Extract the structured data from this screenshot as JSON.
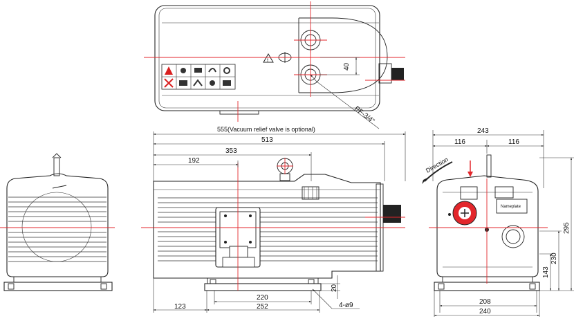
{
  "dimensions": {
    "overall": "555(Vacuum relief valve is optional)",
    "d513": "513",
    "d353": "353",
    "d192": "192",
    "d40": "40",
    "thread": "PF-3/4\"",
    "d220": "220",
    "d252": "252",
    "d123": "123",
    "d20": "20",
    "holes": "4-ø9",
    "d243": "243",
    "d116_left": "116",
    "d116_right": "116",
    "d295": "295",
    "d230": "230",
    "d143": "143",
    "d208": "208",
    "d240": "240"
  },
  "labels": {
    "direction": "Direction",
    "nameplate": "Nameplate"
  },
  "colors": {
    "centerline": "#e3262b",
    "outline": "#222222",
    "warning": "#d92020"
  }
}
